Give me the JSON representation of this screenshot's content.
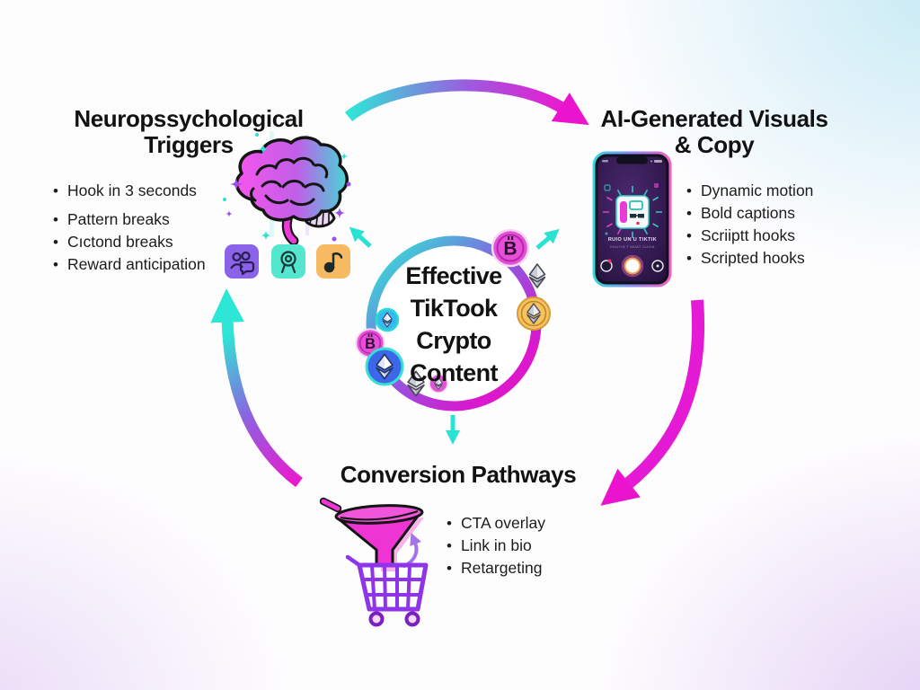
{
  "center": {
    "title_lines": [
      "Effective",
      "TikTook",
      "Crypto",
      "Content"
    ],
    "bitcoin_glyph": "B",
    "coin_icons": [
      "bitcoin-icon",
      "ethereum-icon",
      "ethereum-gold-coin-icon",
      "ethereum-blue-coin-icon"
    ]
  },
  "sections": {
    "triggers": {
      "title_line1": "Neuropssychological",
      "title_line2": "Triggers",
      "bullets": [
        "Hook in 3 seconds",
        "Pattern breaks",
        "Cıctond breaks",
        "Reward anticipation"
      ],
      "icon_names": [
        "community-icon",
        "award-ribbon-icon",
        "music-note-icon",
        "brain-icon"
      ]
    },
    "visuals": {
      "title_line1": "AI-Generated Visuals",
      "title_line2": "& Copy",
      "bullets": [
        "Dynamic motion",
        "Bold captions",
        "Scriiptt hooks",
        "Scripted hooks"
      ],
      "icon_names": [
        "smartphone-icon",
        "chip-card-icon",
        "record-button-icon"
      ]
    },
    "conversion": {
      "title": "Conversion Pathways",
      "bullets": [
        "CTA overlay",
        "Link in bio",
        "Retargeting"
      ],
      "icon_names": [
        "funnel-icon",
        "shopping-cart-icon"
      ]
    }
  },
  "phone": {
    "caption_line1": "RUIO UN U TIKTIK",
    "caption_line2": "KKUYIN T MUAT CUVIA"
  },
  "colors": {
    "teal": "#2ee4d4",
    "magenta": "#ec1ad0",
    "purple_tile": "#8a63e8",
    "teal_tile": "#55e6d0",
    "orange_tile": "#f6bb62",
    "gold_coin": "#f5c25c",
    "blue_coin": "#3a6ce8",
    "bg_tint_blue": "#dff3f8",
    "bg_tint_lavender": "#ece1f6"
  }
}
